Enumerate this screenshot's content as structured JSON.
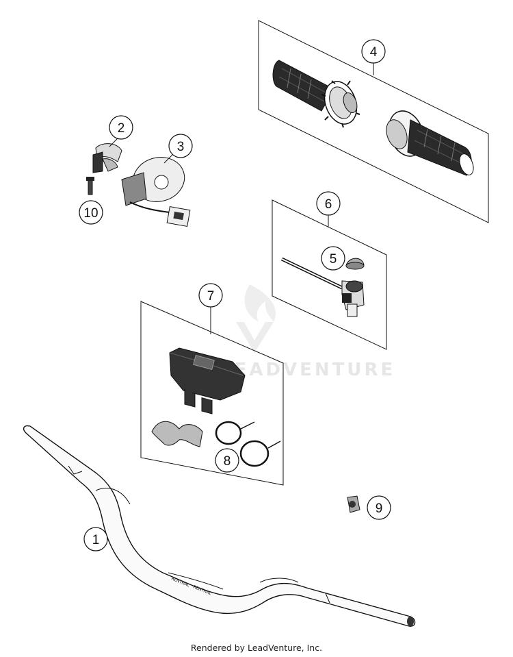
{
  "callouts": [
    {
      "label": "1"
    },
    {
      "label": "2"
    },
    {
      "label": "3"
    },
    {
      "label": "4"
    },
    {
      "label": "5"
    },
    {
      "label": "6"
    },
    {
      "label": "7"
    },
    {
      "label": "8"
    },
    {
      "label": "9"
    },
    {
      "label": "10"
    }
  ],
  "watermark": {
    "text": "LEADVENTURE"
  },
  "handlebar_labels": {
    "left": "RENTHAL",
    "right": "RENTHAL"
  },
  "footer": {
    "text": "Rendered by LeadVenture, Inc."
  }
}
